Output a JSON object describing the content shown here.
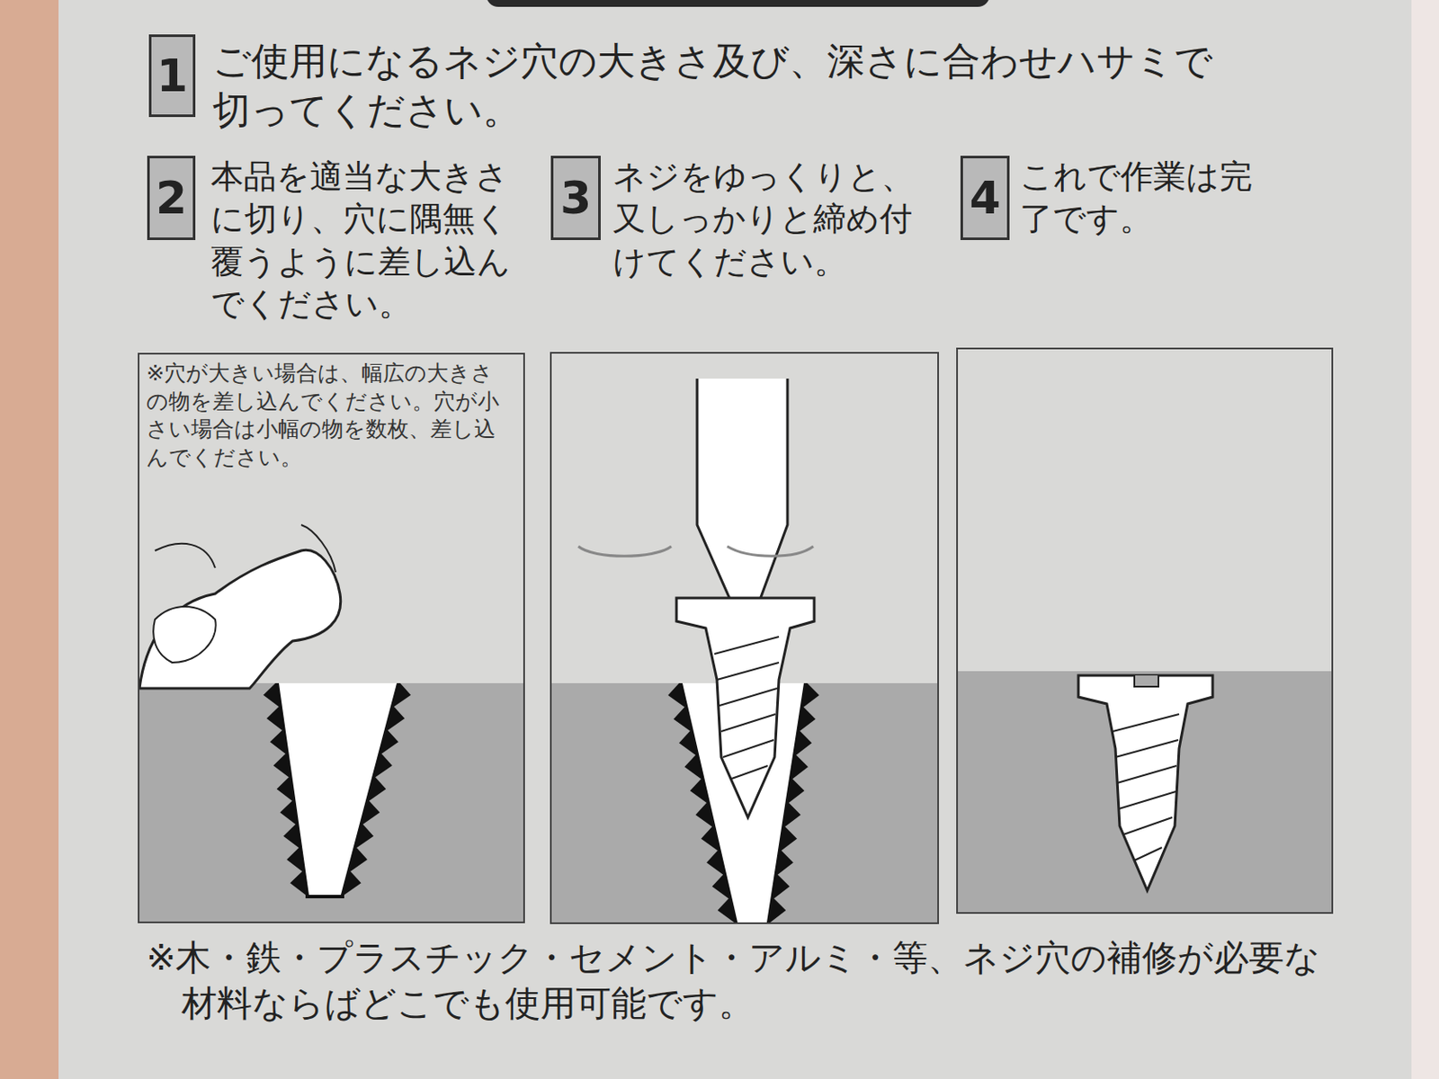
{
  "diagram": {
    "nodes": [
      {
        "text": [
          "1"
        ]
      },
      {
        "text": [
          "2"
        ]
      },
      {
        "text": [
          "3"
        ]
      },
      {
        "text": [
          "4"
        ]
      },
      {
        "text": [
          "※穴が大きい場合は、幅広の大きさの物を差し込んでください。穴が小さい場合は小幅の物を数枚、差し込んでください。"
        ]
      }
    ],
    "labels": [
      "ご使用になるネジ穴の大きさ及び、深さに合わせハサミで切ってください。",
      "本品を適当な大きさに切り、穴に隅無く覆うように差し込んでください。",
      "ネジをゆっくりと、又しっかりと締め付けてください。",
      "これで作業は完了です。",
      "※木・鉄・プラスチック・セメント・アルミ・等、ネジ穴の補修が必要な材料ならばどこでも使用可能です。"
    ]
  }
}
